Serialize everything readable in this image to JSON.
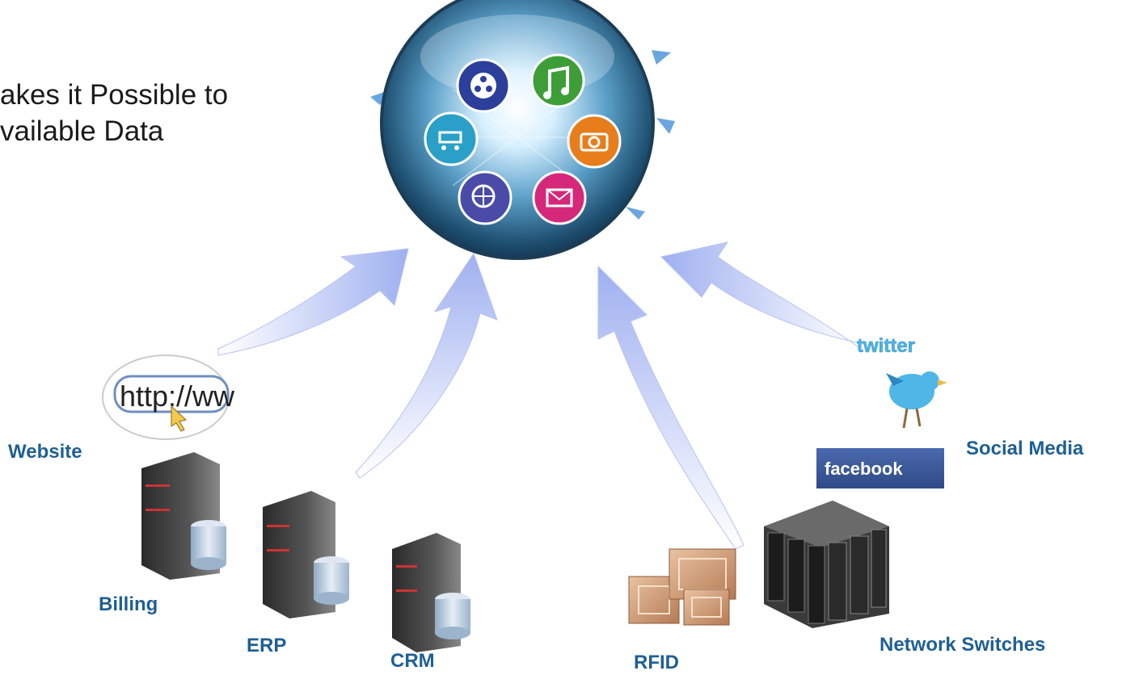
{
  "headline": {
    "line1": "akes it Possible to",
    "line2": "vailable Data"
  },
  "hub": {
    "icons": [
      "film-reel-icon",
      "music-note-icon",
      "camera-icon",
      "envelope-icon",
      "globe-cursor-icon",
      "shopping-cart-icon"
    ]
  },
  "sources": {
    "website": "Website",
    "billing": "Billing",
    "erp": "ERP",
    "crm": "CRM",
    "rfid": "RFID",
    "network_switches": "Network Switches",
    "social_media": "Social Media"
  },
  "logos": {
    "http": "http://ww",
    "twitter": "twitter",
    "facebook": "facebook"
  },
  "colors": {
    "label": "#1f5f94",
    "arrow": "#a9b6f2",
    "facebook": "#3b5998",
    "twitter": "#4fb6e8"
  }
}
